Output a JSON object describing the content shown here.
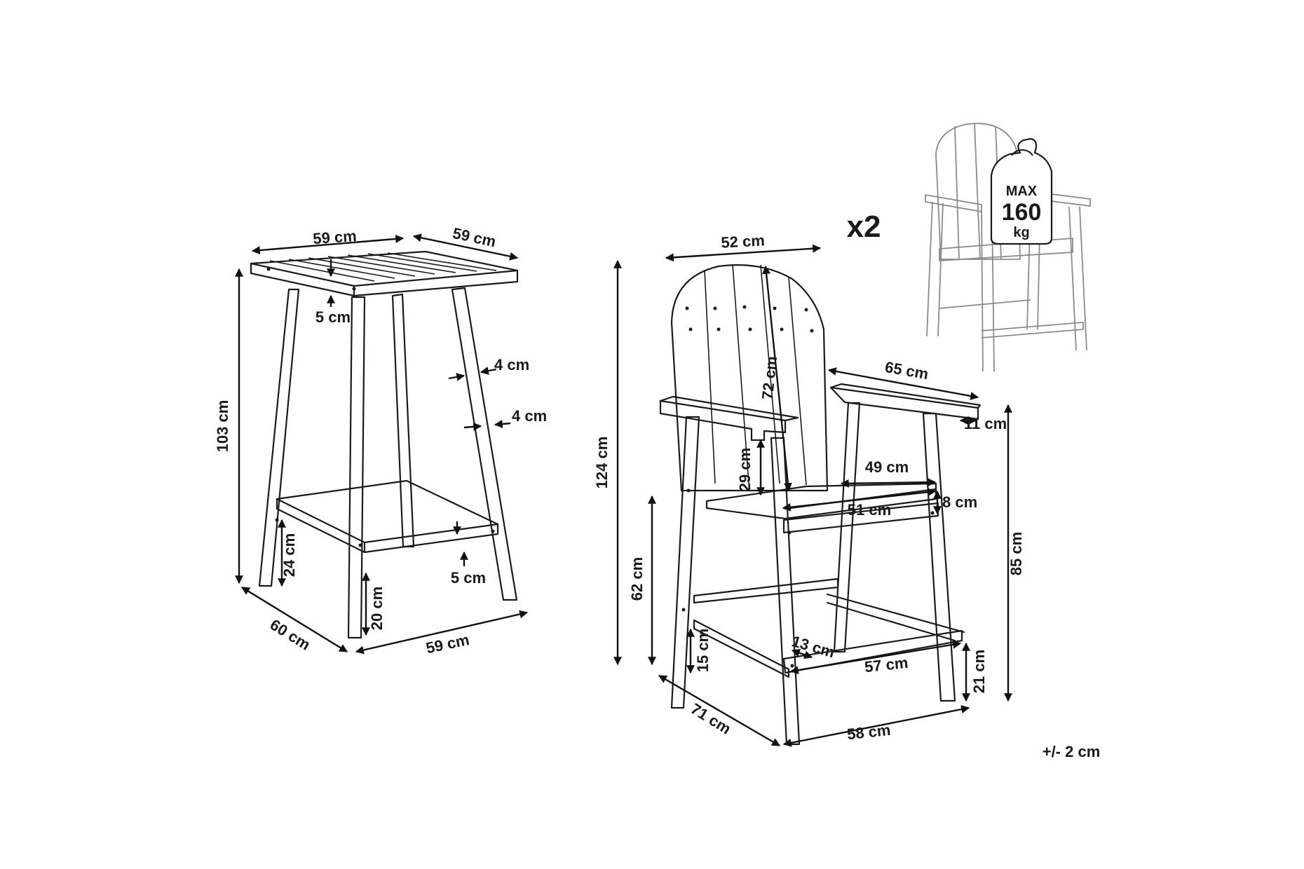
{
  "dimensions": {
    "table_top_width": "59 cm",
    "table_top_depth": "59 cm",
    "table_top_thickness": "5 cm",
    "table_height": "103 cm",
    "table_leg_width_a": "4 cm",
    "table_leg_width_b": "4 cm",
    "table_stretcher_gap": "24 cm",
    "table_stretcher_thickness": "5 cm",
    "table_stretcher_height": "20 cm",
    "table_base_depth": "60 cm",
    "table_base_width": "59 cm",
    "chair_back_width": "52 cm",
    "chair_quantity": "x2",
    "chair_back_height": "72 cm",
    "chair_armrest_length": "65 cm",
    "chair_armrest_width": "11 cm",
    "chair_total_height": "124 cm",
    "chair_armrest_height_above_seat": "29 cm",
    "chair_seat_depth": "49 cm",
    "chair_seat_width": "51 cm",
    "chair_seat_thickness": "8 cm",
    "chair_armrest_floor_height": "85 cm",
    "chair_seat_height": "62 cm",
    "chair_footrest_height": "15 cm",
    "chair_footrest_depth": "13 cm",
    "chair_footrest_width": "57 cm",
    "chair_footrest_floor_height": "21 cm",
    "chair_base_depth": "71 cm",
    "chair_base_width": "58 cm"
  },
  "weight_badge": {
    "max": "MAX",
    "value": "160",
    "unit": "kg"
  },
  "tolerance": "+/- 2 cm"
}
